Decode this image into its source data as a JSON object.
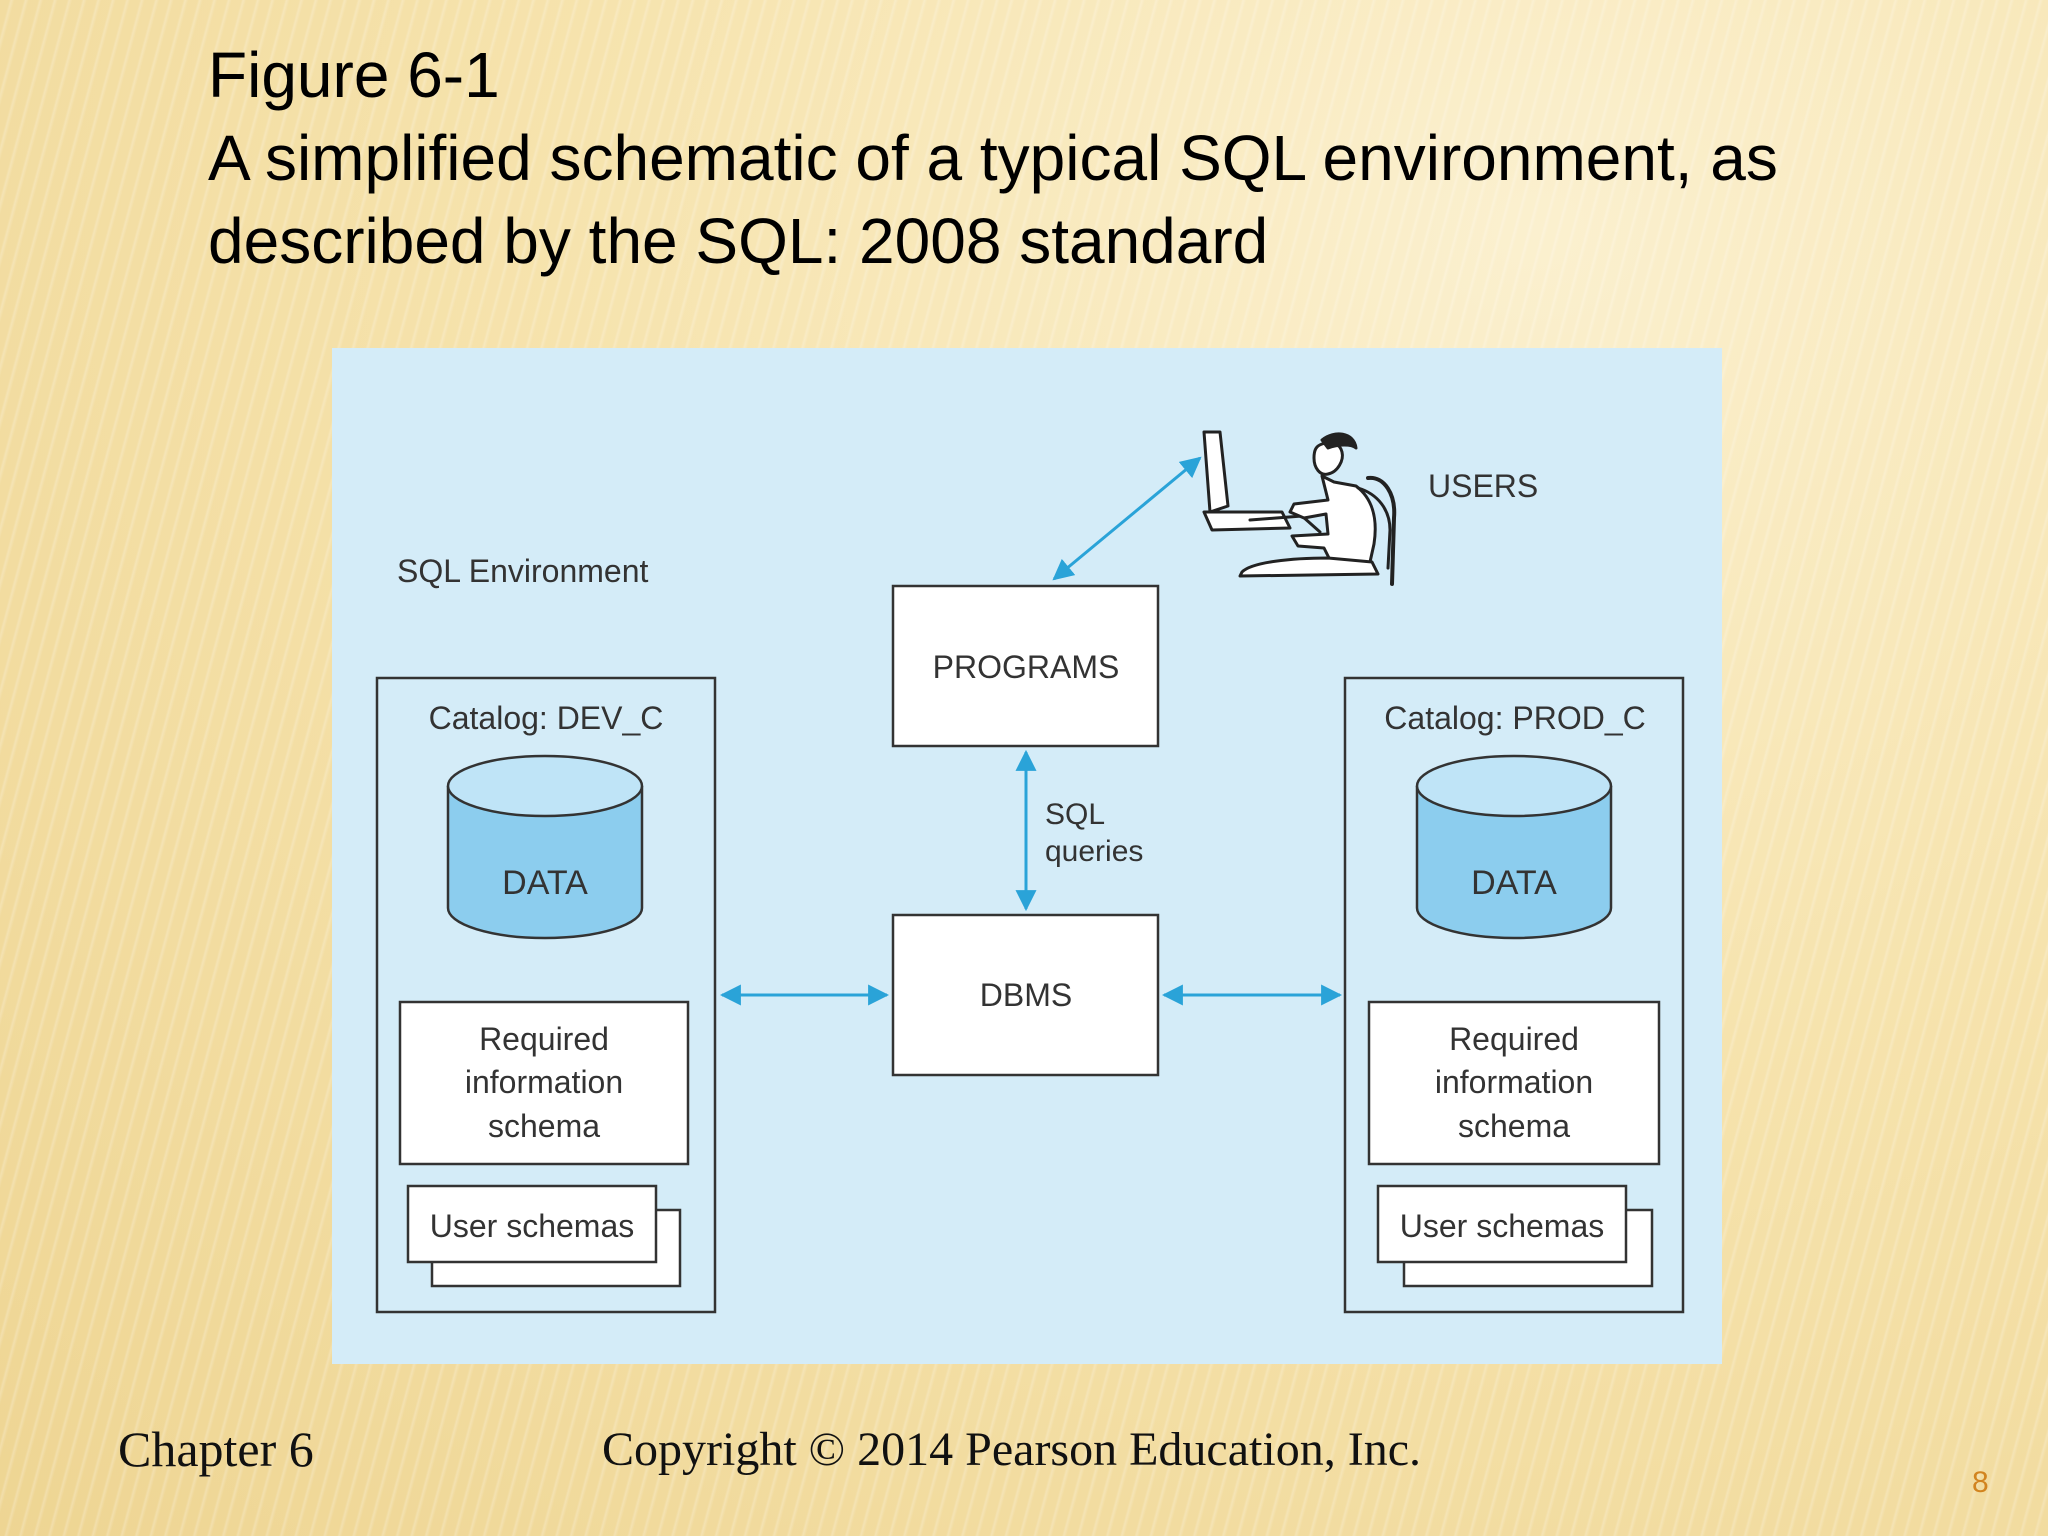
{
  "slide": {
    "title_line1": "Figure 6-1",
    "title_line2": "A simplified schematic of a typical SQL environment, as",
    "title_line3": "described by the SQL: 2008 standard"
  },
  "diagram": {
    "environment_label": "SQL Environment",
    "users_label": "USERS",
    "programs_label": "PROGRAMS",
    "dbms_label": "DBMS",
    "sql_queries_line1": "SQL",
    "sql_queries_line2": "queries",
    "catalog_left": {
      "title": "Catalog: DEV_C",
      "data_label": "DATA",
      "schema_line1": "Required",
      "schema_line2": "information",
      "schema_line3": "schema",
      "user_schemas": "User schemas"
    },
    "catalog_right": {
      "title": "Catalog: PROD_C",
      "data_label": "DATA",
      "schema_line1": "Required",
      "schema_line2": "information",
      "schema_line3": "schema",
      "user_schemas": "User schemas"
    },
    "colors": {
      "background": "#d4ecf8",
      "cylinder": "#8ccdee",
      "arrow": "#2aa3d8",
      "box_fill": "#ffffff",
      "stroke": "#333333"
    }
  },
  "footer": {
    "chapter": "Chapter 6",
    "copyright": "Copyright © 2014 Pearson Education, Inc.",
    "page_number": "8"
  }
}
